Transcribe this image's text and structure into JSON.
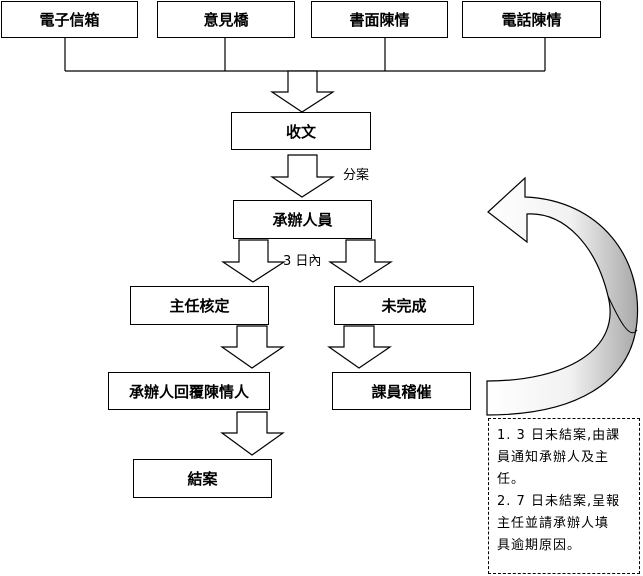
{
  "channels": [
    "電子信箱",
    "意見橋",
    "書面陳情",
    "電話陳情"
  ],
  "steps": {
    "receive": "收文",
    "assign_label": "分案",
    "handler": "承辦人員",
    "within_label": "3 日內",
    "supervisor_review": "主任核定",
    "incomplete": "未完成",
    "reply": "承辦人回覆陳情人",
    "section_audit": "課員稽催",
    "close": "結案"
  },
  "note": {
    "lines": [
      "1. 3 日未結案,由課",
      "員通知承辦人及主",
      "任。",
      "2. 7 日未結案,呈報",
      "主任並請承辦人填",
      "具逾期原因。"
    ]
  }
}
